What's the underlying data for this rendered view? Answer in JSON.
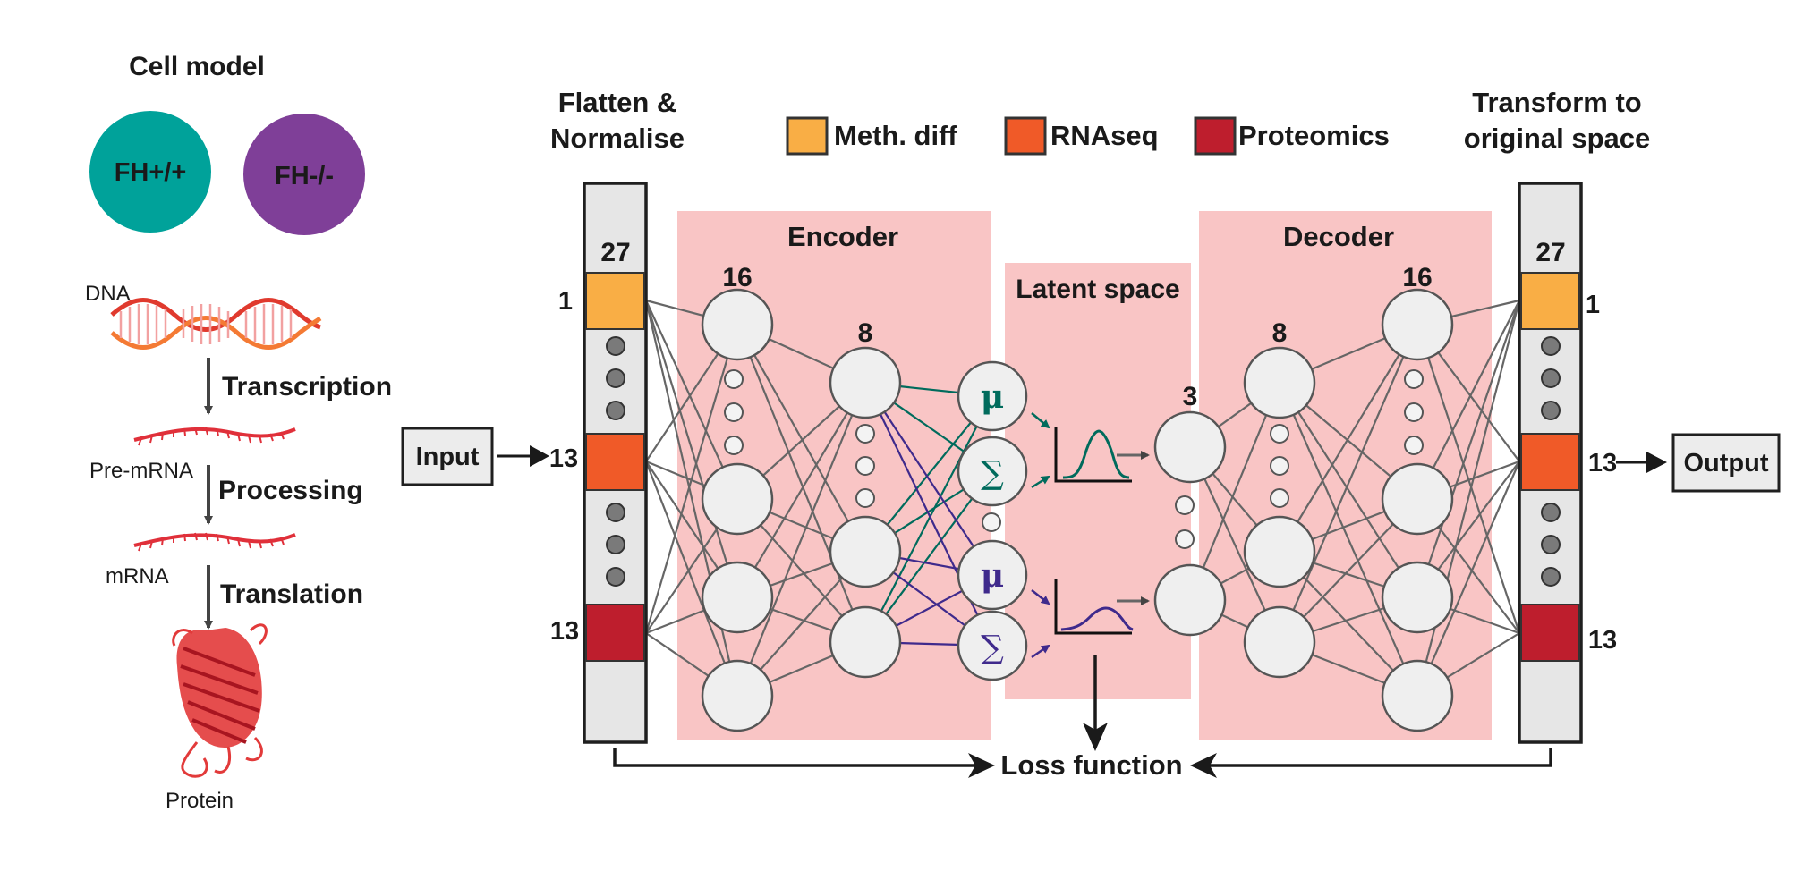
{
  "cell_model": {
    "title": "Cell model",
    "wild_type": "FH+/+",
    "knockout": "FH-/-",
    "wild_type_color": "#00a29a",
    "knockout_color": "#7f3f98"
  },
  "central_dogma": {
    "dna": "DNA",
    "transcription": "Transcription",
    "pre_mrna": "Pre-mRNA",
    "processing": "Processing",
    "mrna": "mRNA",
    "translation": "Translation",
    "protein": "Protein"
  },
  "legend": {
    "items": [
      {
        "label": "Meth. diff",
        "color": "#f9ae45"
      },
      {
        "label": "RNAseq",
        "color": "#f05a28"
      },
      {
        "label": "Proteomics",
        "color": "#be1e2d"
      }
    ]
  },
  "headers": {
    "flatten_line1": "Flatten &",
    "flatten_line2": "Normalise",
    "transform_line1": "Transform to",
    "transform_line2": "original space"
  },
  "input_vector": {
    "total": "27",
    "seg1": "1",
    "seg2": "13",
    "seg3": "13"
  },
  "output_vector": {
    "total": "27",
    "seg1": "1",
    "seg2": "13",
    "seg3": "13"
  },
  "io": {
    "input": "Input",
    "output": "Output"
  },
  "encoder": {
    "title": "Encoder",
    "layer1_size": "16",
    "layer2_size": "8"
  },
  "latent": {
    "title": "Latent space",
    "mu": "μ",
    "sigma": "∑",
    "mu_color": "#006b5c",
    "second_color": "#3f2a8c"
  },
  "decoder": {
    "title": "Decoder",
    "layer1_size": "3",
    "layer2_size": "8",
    "layer3_size": "16"
  },
  "loss": {
    "label": "Loss function"
  },
  "panel_color": "#f9c5c5"
}
